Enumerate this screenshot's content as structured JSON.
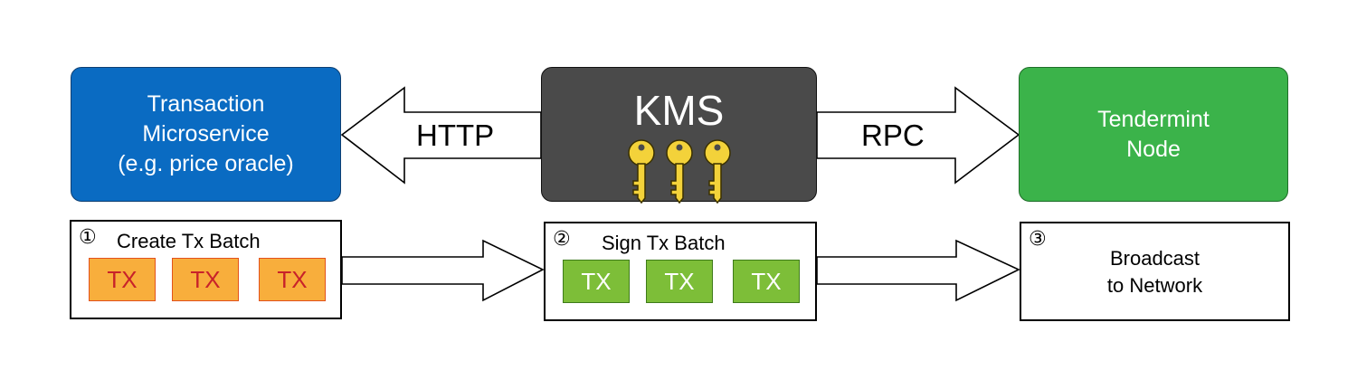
{
  "diagram": {
    "transaction_microservice": {
      "lines": [
        "Transaction",
        "Microservice",
        "(e.g. price oracle)"
      ],
      "color": "#0a6bc2"
    },
    "kms": {
      "title": "KMS",
      "color": "#4a4a4a",
      "key_color": "#f3d23a",
      "key_count": 3
    },
    "tendermint_node": {
      "lines": [
        "Tendermint",
        "Node"
      ],
      "color": "#3bb34a"
    },
    "arrows": {
      "http_label": "HTTP",
      "rpc_label": "RPC"
    },
    "steps": [
      {
        "number": "①",
        "title": "Create Tx Batch",
        "tx": [
          "TX",
          "TX",
          "TX"
        ],
        "tx_color": "#f8ae3c"
      },
      {
        "number": "②",
        "title": "Sign Tx Batch",
        "tx": [
          "TX",
          "TX",
          "TX"
        ],
        "tx_color": "#7dbe38"
      },
      {
        "number": "③",
        "lines": [
          "Broadcast",
          "to Network"
        ]
      }
    ]
  }
}
